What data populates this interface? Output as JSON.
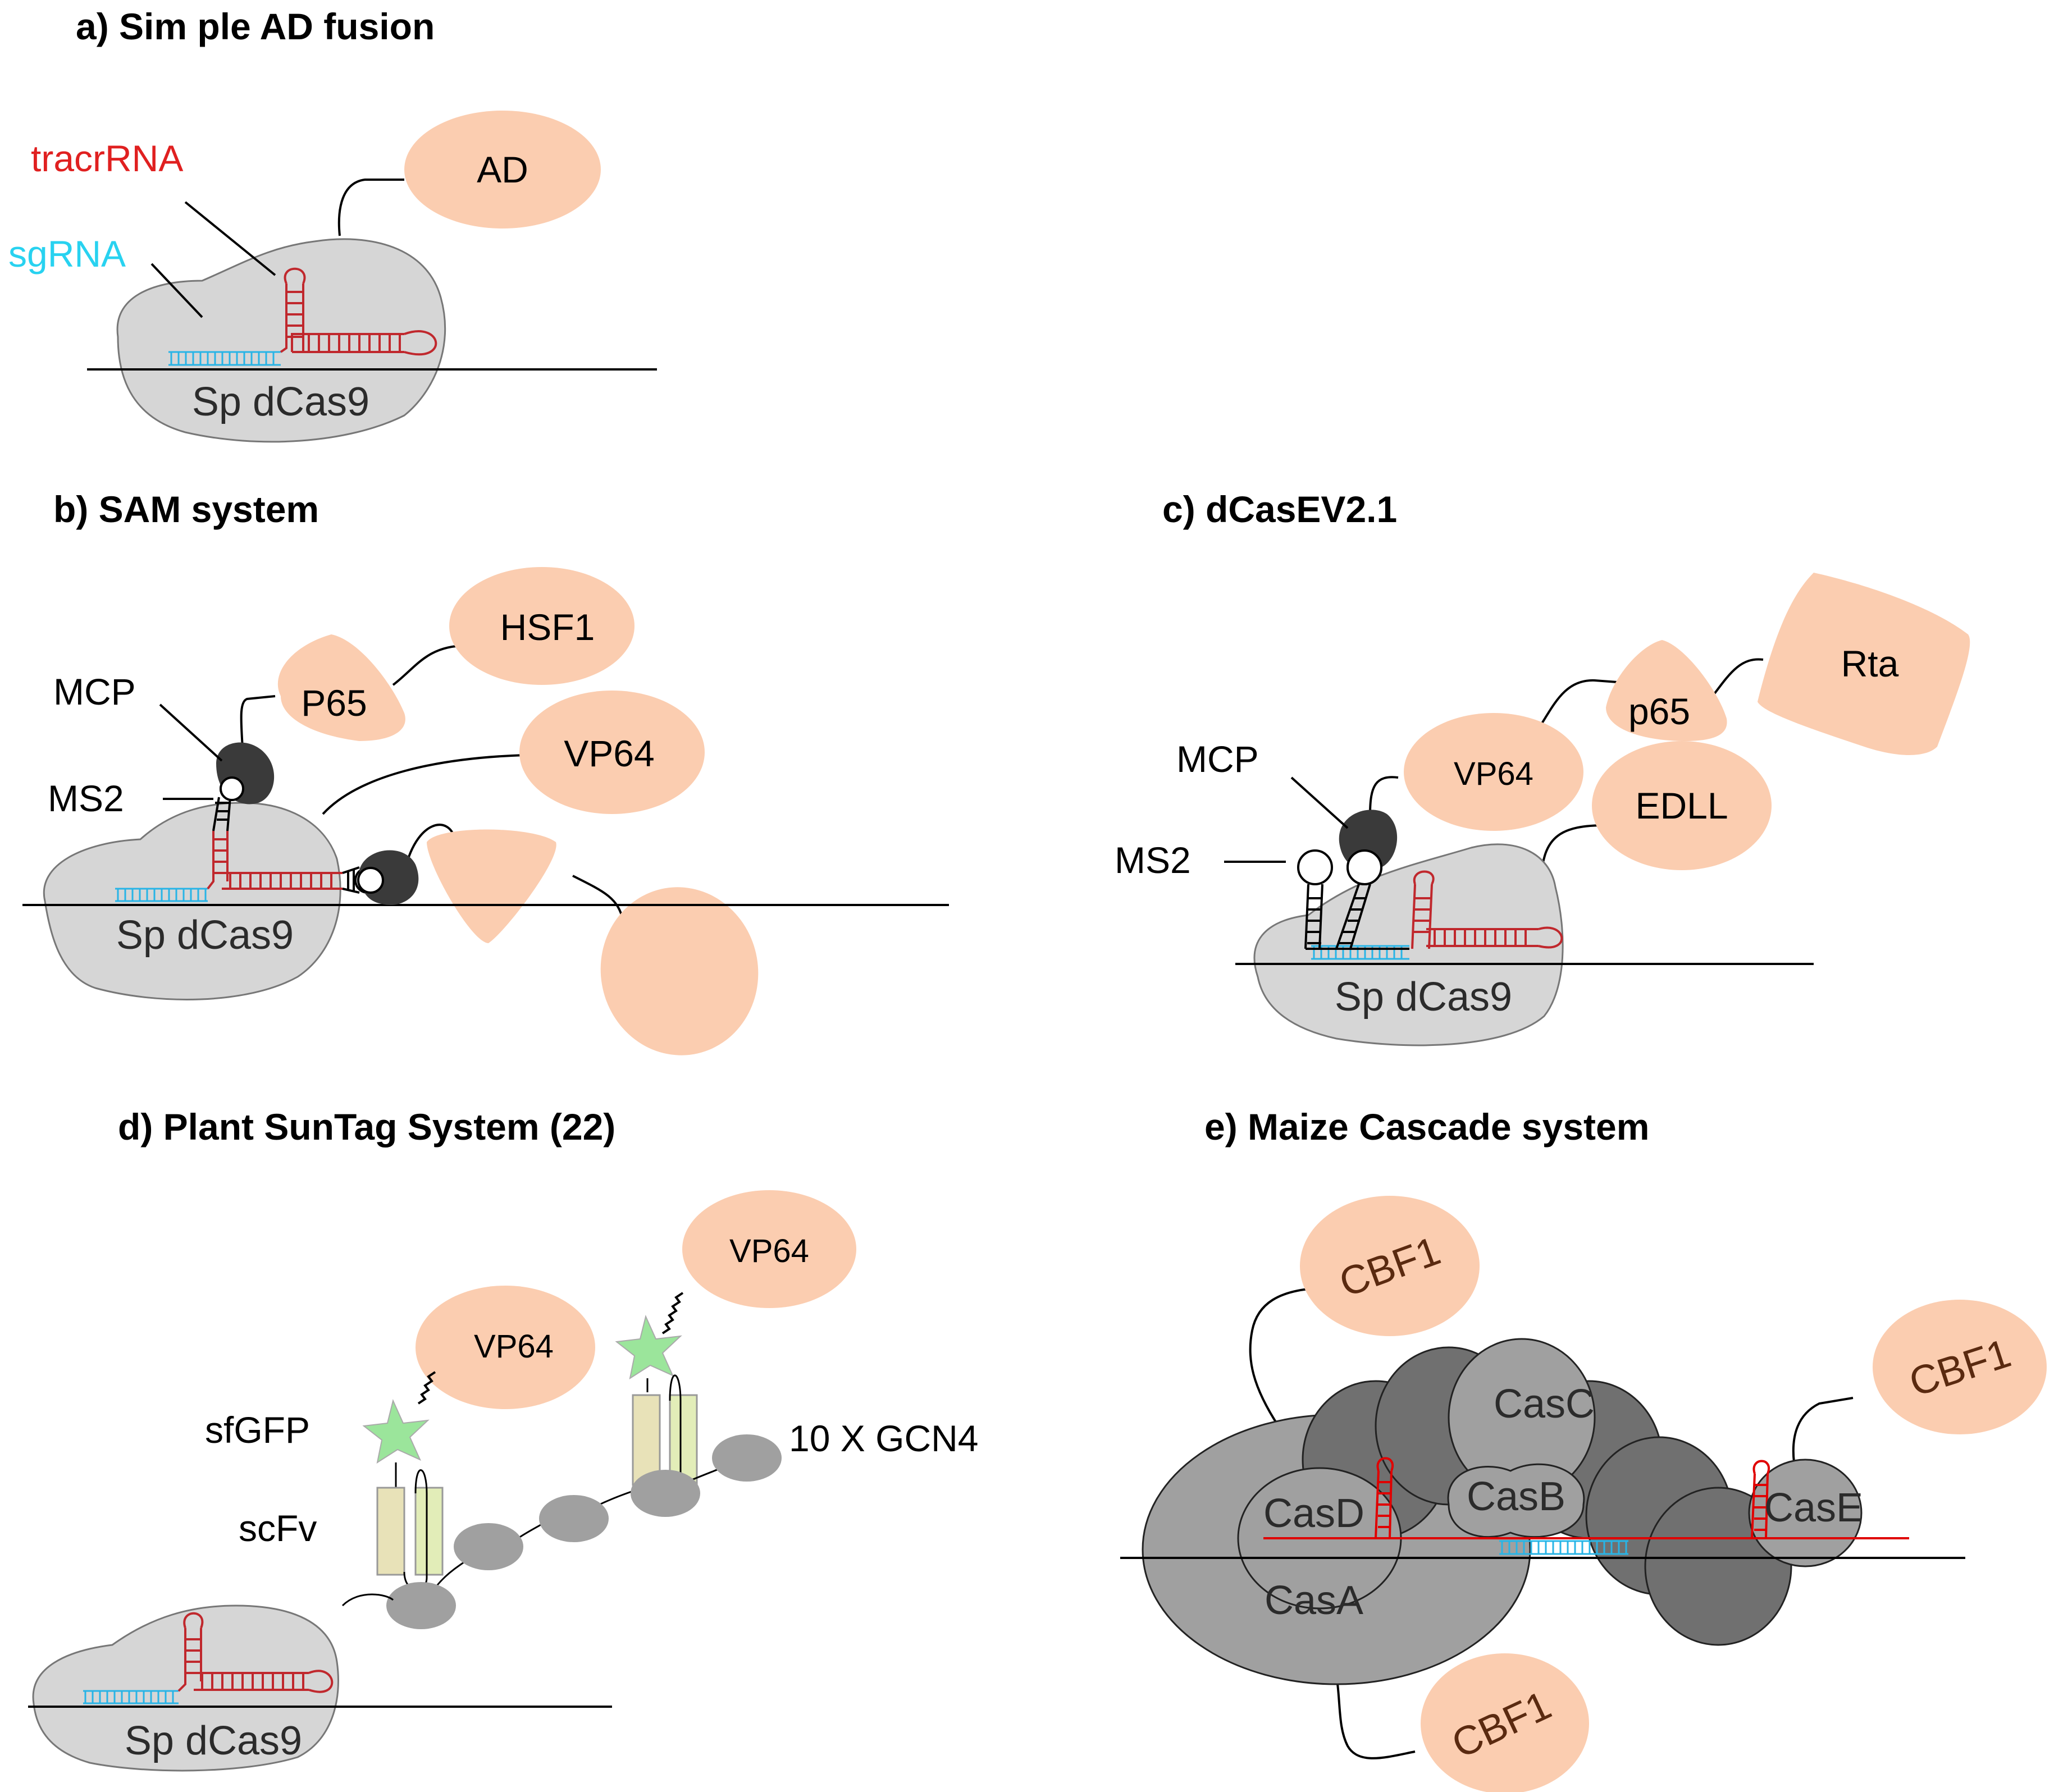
{
  "colors": {
    "protein_body": "#d6d6d6",
    "activator": "#fbcdb0",
    "tracr": "#c0282d",
    "spacer": "#28b4e6",
    "dark_subunit": "#707070",
    "mid_subunit": "#a0a0a0",
    "mcp": "#3a3a3a",
    "gfp": "#9be59b",
    "scfv_a": "#e8e2b8",
    "scfv_b": "#e2edb8",
    "cbf_text": "#5a2a10"
  },
  "panels": {
    "a": {
      "title": "a) Sim ple AD fusion",
      "tracr_label": "tracrRNA",
      "sg_label": "sgRNA",
      "protein_label": "Sp dCas9",
      "ad_label": "AD"
    },
    "b": {
      "title": "b) SAM system",
      "mcp_label": "MCP",
      "ms2_label": "MS2",
      "p65_label": "P65",
      "hsf1_label": "HSF1",
      "vp64_label": "VP64",
      "protein_label": "Sp dCas9"
    },
    "c": {
      "title": "c) dCasEV2.1",
      "mcp_label": "MCP",
      "ms2_label": "MS2",
      "vp64_label": "VP64",
      "p65_label": "p65",
      "rta_label": "Rta",
      "edll_label": "EDLL",
      "protein_label": "Sp dCas9"
    },
    "d": {
      "title": "d) Plant SunTag System  (22)",
      "vp64_label_1": "VP64",
      "vp64_label_2": "VP64",
      "sfgfp_label": "sfGFP",
      "scfv_label": "scFv",
      "gcn4_label": "10 X GCN4",
      "protein_label": "Sp dCas9"
    },
    "e": {
      "title": "e) Maize Cascade system",
      "cbf1_label_1": "CBF1",
      "cbf1_label_2": "CBF1",
      "cbf1_label_3": "CBF1",
      "casa_label": "CasA",
      "casb_label": "CasB",
      "casc_label": "CasC",
      "casd_label": "CasD",
      "case_label": "CasE"
    }
  }
}
